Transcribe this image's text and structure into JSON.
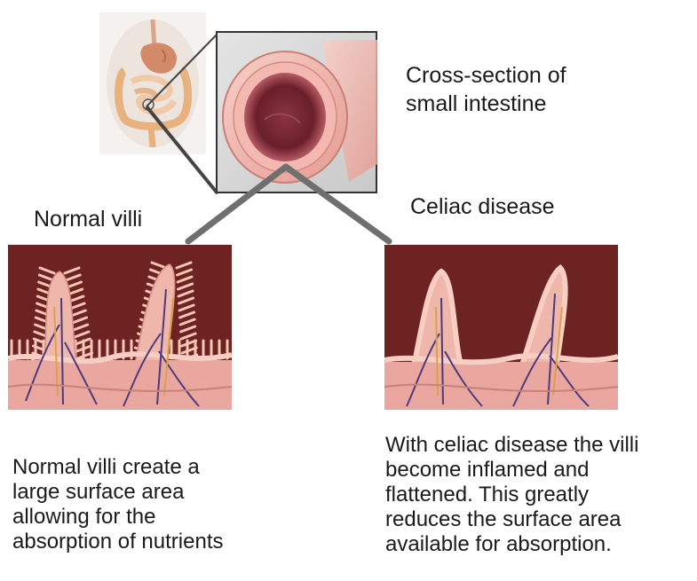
{
  "labels": {
    "cross_section": [
      "Cross-section of",
      "small intestine"
    ],
    "normal_villi": "Normal villi",
    "celiac_disease": "Celiac disease"
  },
  "captions": {
    "normal": [
      "Normal villi create a",
      "large surface area",
      "allowing for the",
      "absorption of nutrients"
    ],
    "celiac": [
      "With celiac disease the villi",
      "become inflamed and",
      "flattened. This greatly",
      "reduces the surface area",
      "available for absorption."
    ]
  },
  "colors": {
    "tissue_background": "#6e2323",
    "tissue_pink": "#e9a7a0",
    "connector_gray": "#6f6f6f"
  }
}
